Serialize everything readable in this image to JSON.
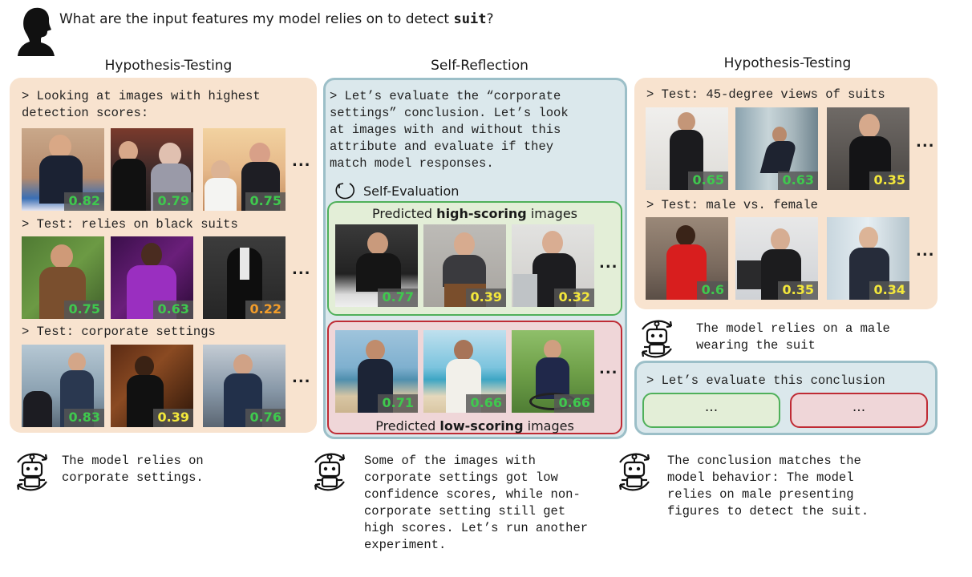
{
  "question": {
    "prefix": "What are the input features my model relies on to detect ",
    "keyword": "suit",
    "suffix": "?"
  },
  "columns": [
    {
      "title": "Hypothesis-Testing"
    },
    {
      "title": "Self-Reflection"
    },
    {
      "title": "Hypothesis-Testing"
    }
  ],
  "left": {
    "sections": [
      {
        "label": "> Looking at images with highest\ndetection scores:",
        "scores": [
          "0.82",
          "0.79",
          "0.75"
        ]
      },
      {
        "label": "> Test: relies on black suits",
        "scores": [
          "0.75",
          "0.63",
          "0.22"
        ]
      },
      {
        "label": "> Test: corporate settings",
        "scores": [
          "0.83",
          "0.39",
          "0.76"
        ]
      }
    ],
    "ellipsis": "...",
    "agent_text": "The model relies on\ncorporate settings."
  },
  "middle": {
    "intro": "> Let’s evaluate the “corporate\nsettings” conclusion. Let’s look\nat images with and without this\nattribute and evaluate if they\nmatch model responses.",
    "self_eval_label": "Self-Evaluation",
    "high": {
      "prefix": "Predicted ",
      "bold": "high-scoring",
      "suffix": " images",
      "scores": [
        "0.77",
        "0.39",
        "0.32"
      ]
    },
    "low": {
      "prefix": "Predicted ",
      "bold": "low-scoring",
      "suffix": " images",
      "scores": [
        "0.71",
        "0.66",
        "0.66"
      ]
    },
    "ellipsis": "...",
    "agent_text": "Some of the images with\ncorporate settings got low\nconfidence scores, while non-\ncorporate setting still get\nhigh scores. Let’s run another\nexperiment."
  },
  "right": {
    "sections": [
      {
        "label": "> Test: 45-degree views of suits",
        "scores": [
          "0.65",
          "0.63",
          "0.35"
        ]
      },
      {
        "label": "> Test: male vs. female",
        "scores": [
          "0.6",
          "0.35",
          "0.34"
        ]
      }
    ],
    "ellipsis": "...",
    "agent_mid_text": "The model relies on a male\nwearing the suit",
    "eval_label": "> Let’s evaluate this conclusion",
    "eval_green": "...",
    "eval_red": "...",
    "agent_text": "The conclusion matches the\nmodel behavior: The model\nrelies on male presenting\nfigures to detect the suit."
  },
  "colors": {
    "peach": "#f8e3cf",
    "blue": "#dbe8ec",
    "green_score": "#3fc94e",
    "yellow_score": "#f4e83b",
    "orange_score": "#f39d2a",
    "green_border": "#4fb05a",
    "red_border": "#bf2b34"
  },
  "icons": {
    "user": "user-silhouette-icon",
    "agent": "robot-agent-icon",
    "loop": "self-evaluation-loop-icon"
  }
}
